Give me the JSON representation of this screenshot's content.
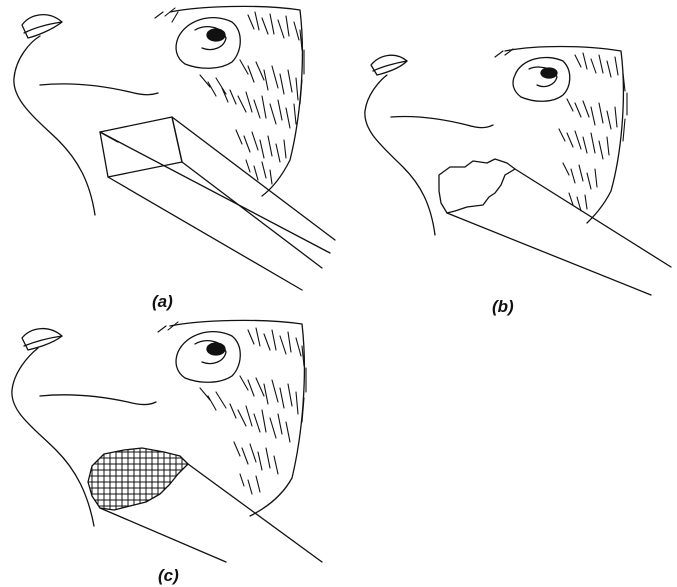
{
  "figure": {
    "panels": [
      {
        "id": "a",
        "caption": "(a)",
        "overlay": "rectangular-beam-volume"
      },
      {
        "id": "b",
        "caption": "(b)",
        "overlay": "conformal-beam-outline"
      },
      {
        "id": "c",
        "caption": "(c)",
        "overlay": "pixel-grid-region"
      }
    ],
    "line_color": "#111111"
  }
}
